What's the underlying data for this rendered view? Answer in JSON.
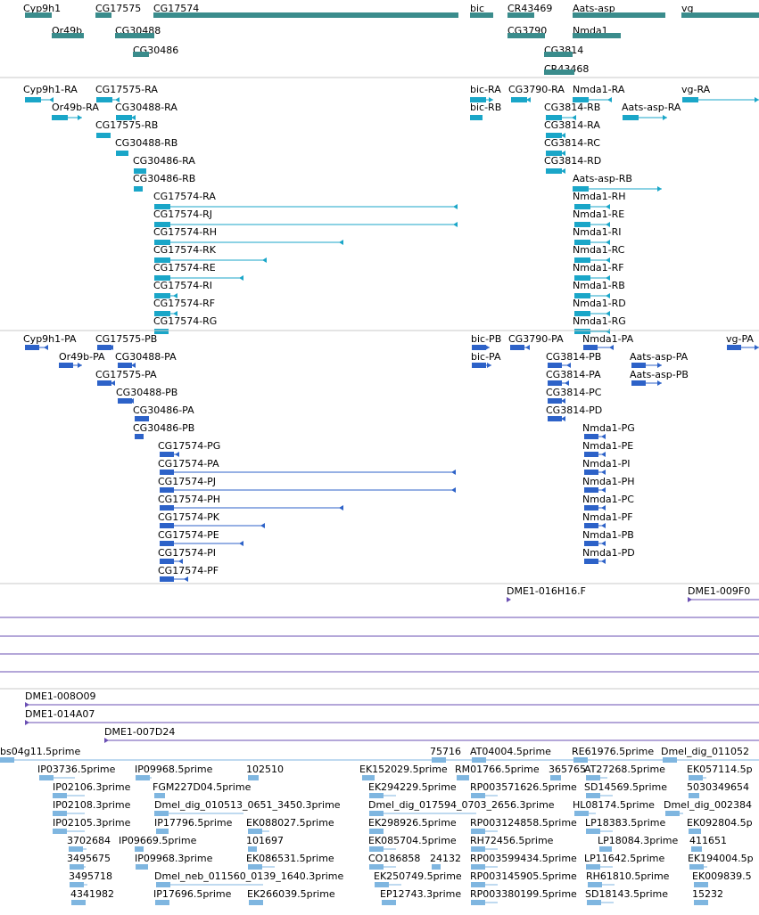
{
  "colors": {
    "gene": "#3a8c8c",
    "transcript": "#1aa6c8",
    "protein": "#2d62c8",
    "clone": "#6a4fb3",
    "est": "#7fb6e0",
    "divider": "#c8c8c8",
    "text": "#000000"
  },
  "tracks": {
    "genes": [
      {
        "label": "Cyp9h1",
        "strand": "-"
      },
      {
        "label": "Or49b",
        "strand": "+"
      },
      {
        "label": "CG17575",
        "strand": "-"
      },
      {
        "label": "CG30488",
        "strand": "-"
      },
      {
        "label": "CG30486",
        "strand": "-"
      },
      {
        "label": "CG17574",
        "strand": "-"
      },
      {
        "label": "bic",
        "strand": "+"
      },
      {
        "label": "CR43469",
        "strand": "-"
      },
      {
        "label": "CG3790",
        "strand": "-"
      },
      {
        "label": "CG3814",
        "strand": "-"
      },
      {
        "label": "CR43468",
        "strand": "+"
      },
      {
        "label": "Aats-asp",
        "strand": "+"
      },
      {
        "label": "Nmda1",
        "strand": "-"
      },
      {
        "label": "vg",
        "strand": "+"
      }
    ],
    "transcripts": [
      {
        "label": "Cyp9h1-RA"
      },
      {
        "label": "Or49b-RA"
      },
      {
        "label": "CG17575-RA"
      },
      {
        "label": "CG30488-RA"
      },
      {
        "label": "CG17575-RB"
      },
      {
        "label": "CG30488-RB"
      },
      {
        "label": "CG30486-RA"
      },
      {
        "label": "CG30486-RB"
      },
      {
        "label": "CG17574-RA"
      },
      {
        "label": "CG17574-RJ"
      },
      {
        "label": "CG17574-RH"
      },
      {
        "label": "CG17574-RK"
      },
      {
        "label": "CG17574-RE"
      },
      {
        "label": "CG17574-RI"
      },
      {
        "label": "CG17574-RF"
      },
      {
        "label": "CG17574-RG"
      },
      {
        "label": "bic-RA"
      },
      {
        "label": "bic-RB"
      },
      {
        "label": "CG3790-RA"
      },
      {
        "label": "Nmda1-RA"
      },
      {
        "label": "CG3814-RB"
      },
      {
        "label": "Aats-asp-RA"
      },
      {
        "label": "CG3814-RA"
      },
      {
        "label": "CG3814-RC"
      },
      {
        "label": "CG3814-RD"
      },
      {
        "label": "Aats-asp-RB"
      },
      {
        "label": "Nmda1-RH"
      },
      {
        "label": "Nmda1-RE"
      },
      {
        "label": "Nmda1-RI"
      },
      {
        "label": "Nmda1-RC"
      },
      {
        "label": "Nmda1-RF"
      },
      {
        "label": "Nmda1-RB"
      },
      {
        "label": "Nmda1-RD"
      },
      {
        "label": "Nmda1-RG"
      },
      {
        "label": "vg-RA"
      }
    ],
    "proteins": [
      {
        "label": "Cyp9h1-PA"
      },
      {
        "label": "CG17575-PB"
      },
      {
        "label": "Or49b-PA"
      },
      {
        "label": "CG30488-PA"
      },
      {
        "label": "CG17575-PA"
      },
      {
        "label": "CG30488-PB"
      },
      {
        "label": "CG30486-PA"
      },
      {
        "label": "CG30486-PB"
      },
      {
        "label": "CG17574-PG"
      },
      {
        "label": "CG17574-PA"
      },
      {
        "label": "CG17574-PJ"
      },
      {
        "label": "CG17574-PH"
      },
      {
        "label": "CG17574-PK"
      },
      {
        "label": "CG17574-PE"
      },
      {
        "label": "CG17574-PI"
      },
      {
        "label": "CG17574-PF"
      },
      {
        "label": "bic-PB"
      },
      {
        "label": "CG3790-PA"
      },
      {
        "label": "Nmda1-PA"
      },
      {
        "label": "bic-PA"
      },
      {
        "label": "CG3814-PB"
      },
      {
        "label": "Aats-asp-PA"
      },
      {
        "label": "CG3814-PA"
      },
      {
        "label": "Aats-asp-PB"
      },
      {
        "label": "CG3814-PC"
      },
      {
        "label": "CG3814-PD"
      },
      {
        "label": "Nmda1-PG"
      },
      {
        "label": "Nmda1-PE"
      },
      {
        "label": "Nmda1-PI"
      },
      {
        "label": "Nmda1-PH"
      },
      {
        "label": "Nmda1-PC"
      },
      {
        "label": "Nmda1-PF"
      },
      {
        "label": "Nmda1-PB"
      },
      {
        "label": "Nmda1-PD"
      },
      {
        "label": "vg-PA"
      }
    ],
    "clones": [
      {
        "label": "DME1-016H16.F"
      },
      {
        "label": "DME1-009F0"
      },
      {
        "label": "DME1-008O09"
      },
      {
        "label": "DME1-014A07"
      },
      {
        "label": "DME1-007D24"
      }
    ],
    "ests": [
      {
        "label": "bs04g11.5prime"
      },
      {
        "label": "75716"
      },
      {
        "label": "AT04004.5prime"
      },
      {
        "label": "RE61976.5prime"
      },
      {
        "label": "Dmel_dig_011052"
      },
      {
        "label": "IP03736.5prime"
      },
      {
        "label": "IP09968.5prime"
      },
      {
        "label": "102510"
      },
      {
        "label": "EK152029.5prime"
      },
      {
        "label": "RM01766.5prime"
      },
      {
        "label": "365765"
      },
      {
        "label": "AT27268.5prime"
      },
      {
        "label": "EK057114.5p"
      },
      {
        "label": "IP02106.3prime"
      },
      {
        "label": "FGM227D04.5prime"
      },
      {
        "label": "EK294229.5prime"
      },
      {
        "label": "RP003571626.5prime"
      },
      {
        "label": "SD14569.5prime"
      },
      {
        "label": "5030349654"
      },
      {
        "label": "IP02108.3prime"
      },
      {
        "label": "Dmel_dig_010513_0651_3450.3prime"
      },
      {
        "label": "Dmel_dig_017594_0703_2656.3prime"
      },
      {
        "label": "HL08174.5prime"
      },
      {
        "label": "Dmel_dig_002384"
      },
      {
        "label": "IP02105.3prime"
      },
      {
        "label": "IP17796.5prime"
      },
      {
        "label": "EK088027.5prime"
      },
      {
        "label": "EK298926.5prime"
      },
      {
        "label": "RP003124858.5prime"
      },
      {
        "label": "LP18383.5prime"
      },
      {
        "label": "EK092804.5p"
      },
      {
        "label": "3702684"
      },
      {
        "label": "IP09669.5prime"
      },
      {
        "label": "101697"
      },
      {
        "label": "EK085704.5prime"
      },
      {
        "label": "RH72456.5prime"
      },
      {
        "label": "LP18084.3prime"
      },
      {
        "label": "411651"
      },
      {
        "label": "3495675"
      },
      {
        "label": "IP09968.3prime"
      },
      {
        "label": "EK086531.5prime"
      },
      {
        "label": "CO186858"
      },
      {
        "label": "24132"
      },
      {
        "label": "RP003599434.5prime"
      },
      {
        "label": "LP11642.5prime"
      },
      {
        "label": "EK194004.5p"
      },
      {
        "label": "3495718"
      },
      {
        "label": "Dmel_neb_011560_0139_1640.3prime"
      },
      {
        "label": "EK250749.5prime"
      },
      {
        "label": "RP003145905.5prime"
      },
      {
        "label": "RH61810.5prime"
      },
      {
        "label": "EK009839.5"
      },
      {
        "label": "4341982"
      },
      {
        "label": "IP17696.5prime"
      },
      {
        "label": "EK266039.5prime"
      },
      {
        "label": "EP12743.3prime"
      },
      {
        "label": "RP003380199.5prime"
      },
      {
        "label": "SD18143.5prime"
      },
      {
        "label": "15232"
      }
    ]
  }
}
